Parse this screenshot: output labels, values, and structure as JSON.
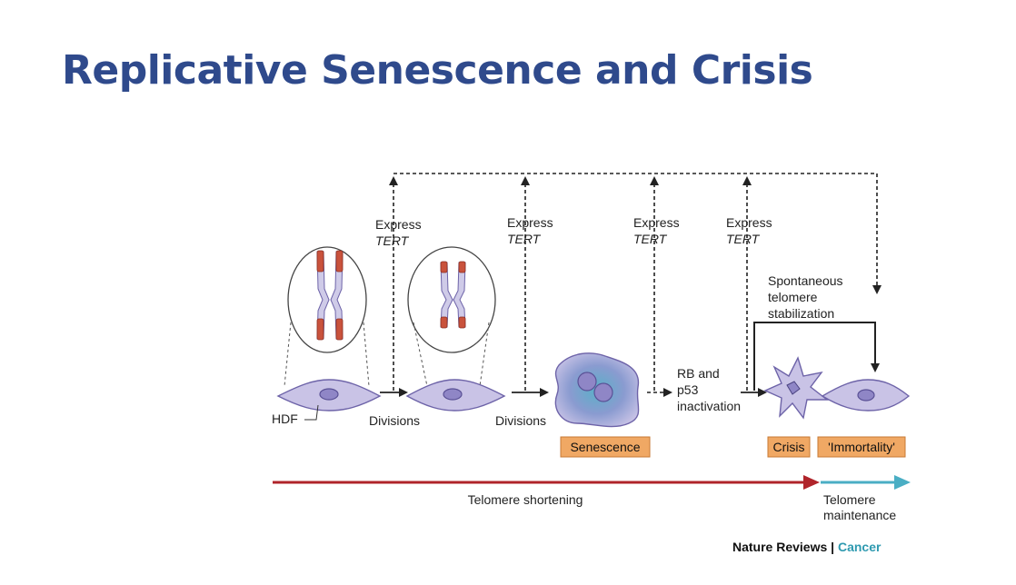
{
  "slide": {
    "title": "Replicative Senescence and Crisis"
  },
  "diagram": {
    "express": "Express",
    "tert": "TERT",
    "hdf": "HDF",
    "divisions": "Divisions",
    "rb_line1": "RB and",
    "rb_line2": "p53",
    "rb_line3": "inactivation",
    "spont_line1": "Spontaneous",
    "spont_line2": "telomere",
    "spont_line3": "stabilization",
    "senescence": "Senescence",
    "crisis": "Crisis",
    "immortality": "'Immortality'",
    "telomere_shortening": "Telomere shortening",
    "telomere_line1": "Telomere",
    "telomere_line2": "maintenance",
    "footer_source": "Nature Reviews",
    "footer_sep": " | ",
    "footer_journal": "Cancer",
    "colors": {
      "title": "#2f4a8c",
      "shortening_arrow": "#b0242a",
      "maintenance_arrow": "#4aaec4",
      "label_box": "#f0a864",
      "cell": "#c9c3e6",
      "telomere": "#c9523c"
    }
  }
}
